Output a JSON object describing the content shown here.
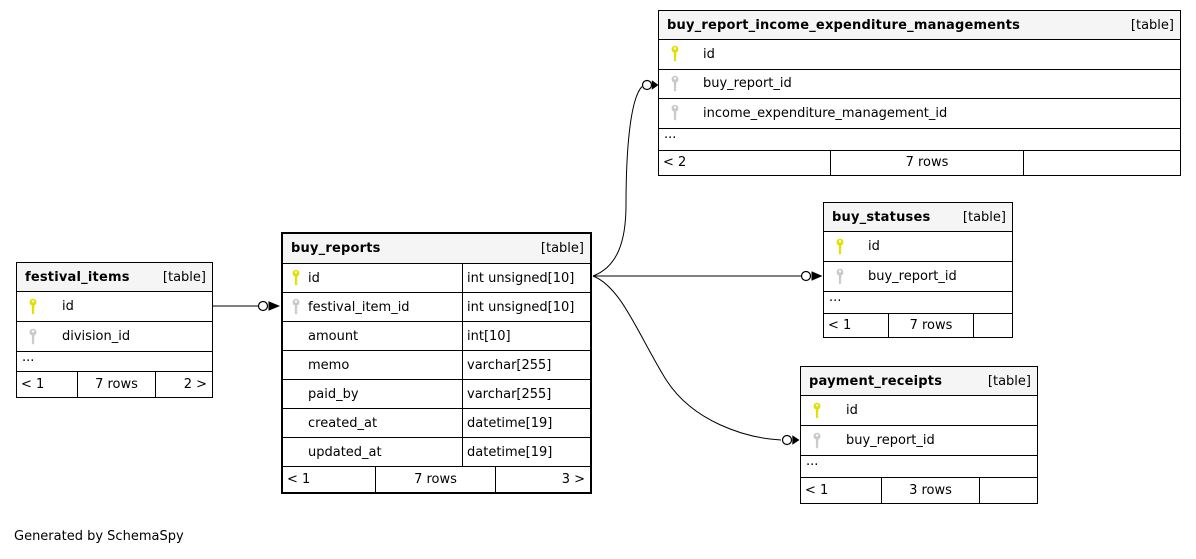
{
  "footer_note": "Generated by SchemaSpy",
  "truncated_label": "...",
  "colors": {
    "pk_key": "#e0e000",
    "fk_key": "#c9c9c9",
    "header_bg": "#f5f5f5",
    "border": "#000000"
  },
  "tables": [
    {
      "id": "festival_items",
      "title": "festival_items",
      "tag": "[table]",
      "columns": [
        {
          "name": "id",
          "key": "primary",
          "type": ""
        },
        {
          "name": "division_id",
          "key": "foreign",
          "type": ""
        }
      ],
      "truncated": true,
      "footer": {
        "left": "< 1",
        "center": "7 rows",
        "right": "2 >"
      }
    },
    {
      "id": "buy_reports",
      "title": "buy_reports",
      "tag": "[table]",
      "columns": [
        {
          "name": "id",
          "key": "primary",
          "type": "int unsigned[10]"
        },
        {
          "name": "festival_item_id",
          "key": "foreign",
          "type": "int unsigned[10]"
        },
        {
          "name": "amount",
          "key": "",
          "type": "int[10]"
        },
        {
          "name": "memo",
          "key": "",
          "type": "varchar[255]"
        },
        {
          "name": "paid_by",
          "key": "",
          "type": "varchar[255]"
        },
        {
          "name": "created_at",
          "key": "",
          "type": "datetime[19]"
        },
        {
          "name": "updated_at",
          "key": "",
          "type": "datetime[19]"
        }
      ],
      "truncated": false,
      "footer": {
        "left": "< 1",
        "center": "7 rows",
        "right": "3 >"
      }
    },
    {
      "id": "buy_report_income_expenditure_managements",
      "title": "buy_report_income_expenditure_managements",
      "tag": "[table]",
      "columns": [
        {
          "name": "id",
          "key": "primary",
          "type": ""
        },
        {
          "name": "buy_report_id",
          "key": "foreign",
          "type": ""
        },
        {
          "name": "income_expenditure_management_id",
          "key": "foreign",
          "type": ""
        }
      ],
      "truncated": true,
      "footer": {
        "left": "< 2",
        "center": "7 rows",
        "right": ""
      }
    },
    {
      "id": "buy_statuses",
      "title": "buy_statuses",
      "tag": "[table]",
      "columns": [
        {
          "name": "id",
          "key": "primary",
          "type": ""
        },
        {
          "name": "buy_report_id",
          "key": "foreign",
          "type": ""
        }
      ],
      "truncated": true,
      "footer": {
        "left": "< 1",
        "center": "7 rows",
        "right": ""
      }
    },
    {
      "id": "payment_receipts",
      "title": "payment_receipts",
      "tag": "[table]",
      "columns": [
        {
          "name": "id",
          "key": "primary",
          "type": ""
        },
        {
          "name": "buy_report_id",
          "key": "foreign",
          "type": ""
        }
      ],
      "truncated": true,
      "footer": {
        "left": "< 1",
        "center": "3 rows",
        "right": ""
      }
    }
  ],
  "relationships": [
    {
      "from": "festival_items.id",
      "to": "buy_reports.festival_item_id"
    },
    {
      "from": "buy_reports.id",
      "to": "buy_report_income_expenditure_managements.buy_report_id"
    },
    {
      "from": "buy_reports.id",
      "to": "buy_statuses.buy_report_id"
    },
    {
      "from": "buy_reports.id",
      "to": "payment_receipts.buy_report_id"
    }
  ]
}
